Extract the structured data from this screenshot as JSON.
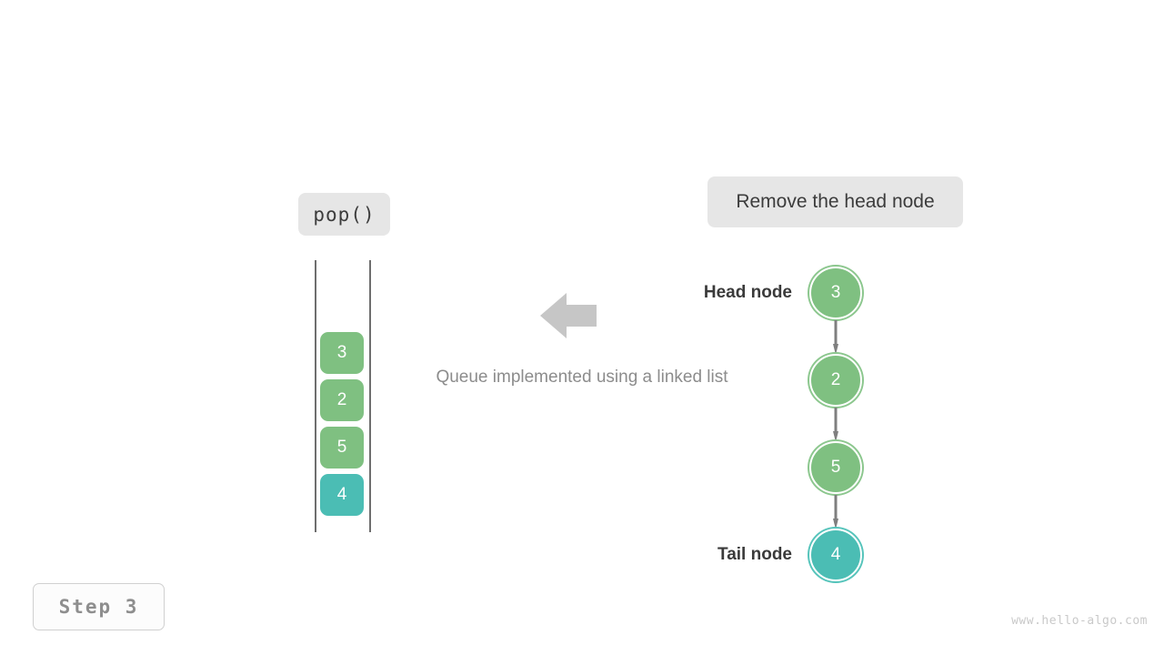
{
  "operation": {
    "label": "pop()",
    "description": "Remove the head node"
  },
  "caption": "Queue implemented using a linked list",
  "step": {
    "label": "Step 3"
  },
  "watermark": "www.hello-algo.com",
  "colors": {
    "green": "#7fc081",
    "teal": "#4bbdb4",
    "chip_bg": "#e6e6e6",
    "arrow_gray": "#c6c6c6",
    "link_gray": "#7f7f7f",
    "text_dark": "#3a3a3a",
    "text_muted": "#8c8c8c"
  },
  "queue": {
    "name": "queue-column",
    "cells": [
      {
        "value": "3",
        "color": "green"
      },
      {
        "value": "2",
        "color": "green"
      },
      {
        "value": "5",
        "color": "green"
      },
      {
        "value": "4",
        "color": "teal"
      }
    ]
  },
  "linked_list": {
    "head_label": "Head node",
    "tail_label": "Tail node",
    "nodes": [
      {
        "value": "3",
        "color": "green",
        "role": "head"
      },
      {
        "value": "2",
        "color": "green",
        "role": "middle"
      },
      {
        "value": "5",
        "color": "green",
        "role": "middle"
      },
      {
        "value": "4",
        "color": "teal",
        "role": "tail"
      }
    ]
  },
  "flow_arrow": {
    "direction": "left"
  }
}
